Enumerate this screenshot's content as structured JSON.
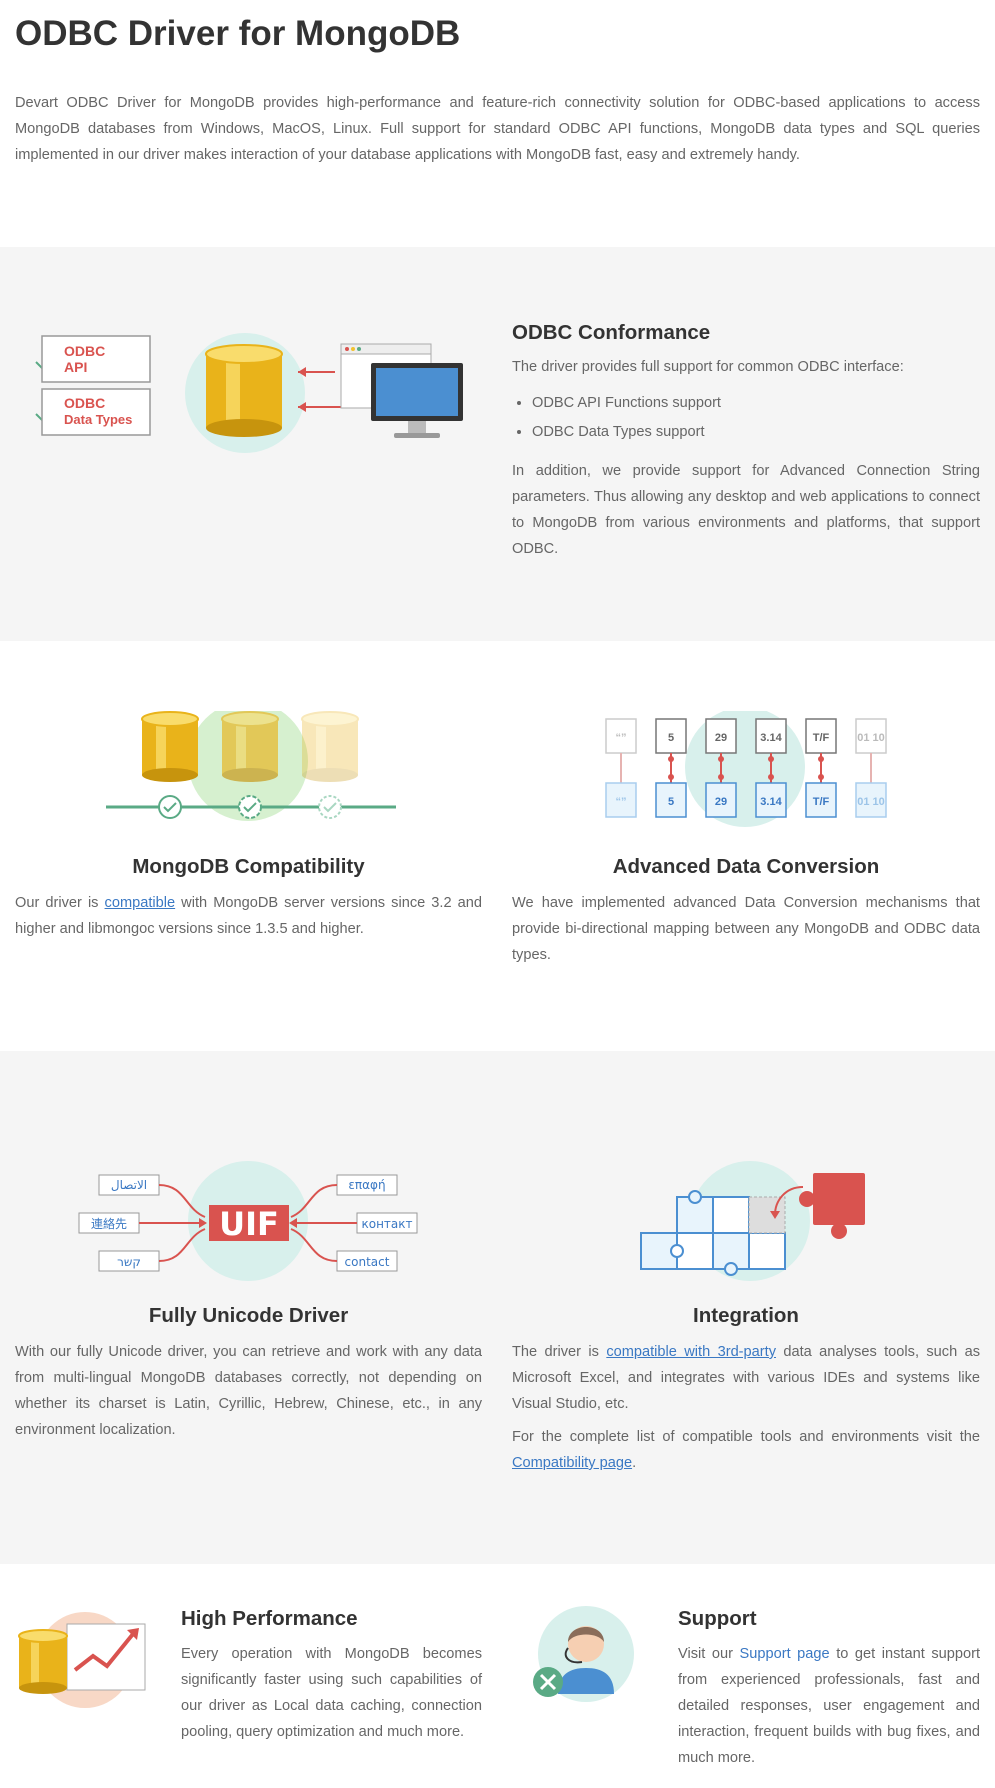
{
  "page": {
    "title": "ODBC Driver for MongoDB",
    "intro": "Devart ODBC Driver for MongoDB provides high-performance and feature-rich connectivity solution for ODBC-based applications to access MongoDB databases from Windows, MacOS, Linux. Full support for standard ODBC API functions, MongoDB data types and SQL queries implemented in our driver makes interaction of your database applications with MongoDB fast, easy and extremely handy."
  },
  "conformance": {
    "title": "ODBC Conformance",
    "lead": "The driver provides full support for common ODBC interface:",
    "bullets": [
      "ODBC API Functions support",
      "ODBC Data Types support"
    ],
    "body": "In addition, we provide support for Advanced Connection String parameters. Thus allowing any desktop and web applications to connect to MongoDB from various environments and platforms, that support ODBC.",
    "card1_line1": "ODBC",
    "card1_line2": "API",
    "card2_line1": "ODBC",
    "card2_line2": "Data Types"
  },
  "compatibility": {
    "title": "MongoDB Compatibility",
    "text_before": "Our driver is ",
    "link": "compatible",
    "text_after": " with MongoDB server versions since 3.2 and higher and libmongoc versions since 1.3.5 and higher."
  },
  "conversion": {
    "title": "Advanced Data Conversion",
    "body": "We have implemented advanced Data Conversion mechanisms that provide bi-directional mapping between any MongoDB and ODBC data types.",
    "tokens": [
      "“”",
      "5",
      "29",
      "3.14",
      "T/F",
      "01 10"
    ]
  },
  "unicode": {
    "title": "Fully Unicode Driver",
    "body": "With our fully Unicode driver, you can retrieve and work with any data from multi-lingual MongoDB databases correctly, not depending on whether its charset is Latin, Cyrillic, Hebrew, Chinese, etc., in any environment localization.",
    "words_left": [
      "الاتصال",
      "連絡先",
      "קשר"
    ],
    "words_right": [
      "επαφή",
      "контакт",
      "contact"
    ],
    "logo": "UIF"
  },
  "integration": {
    "title": "Integration",
    "p1_before": "The driver is ",
    "p1_link": "compatible with 3rd-party",
    "p1_after": " data analyses tools, such as Microsoft Excel, and integrates with various IDEs and systems like Visual Studio, etc.",
    "p2_before": "For the complete list of compatible tools and environments visit the ",
    "p2_link": "Compatibility page",
    "p2_after": "."
  },
  "performance": {
    "title": "High Performance",
    "body": "Every operation with MongoDB becomes significantly faster using such capabilities of our driver as Local data caching, connection pooling, query optimization and much more."
  },
  "support": {
    "title": "Support",
    "text_before": "Visit our ",
    "link": "Support page",
    "text_after": " to get instant support from experienced professionals, fast and detailed responses, user engagement and interaction, frequent builds with bug fixes, and much more."
  },
  "colors": {
    "accent_red": "#d9534f",
    "gold": "#f2c230",
    "blue_link": "#3a78c3",
    "teal_circle": "#d8f0ec",
    "check_green": "#5aaa85"
  }
}
